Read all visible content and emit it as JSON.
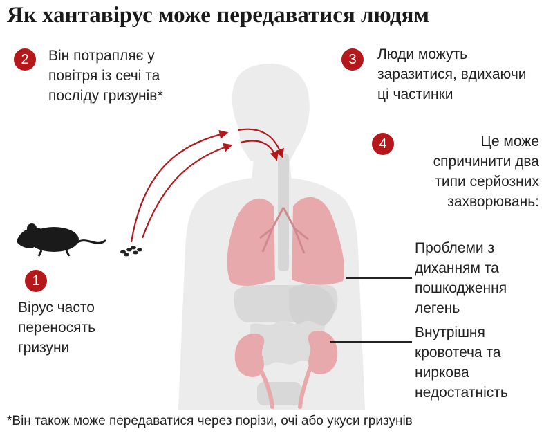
{
  "title": "Як хантавірус може передаватися людям",
  "steps": [
    {
      "number": "1",
      "lines": [
        "Вірус часто",
        "переносять",
        "гризуни"
      ]
    },
    {
      "number": "2",
      "lines": [
        "Він потрапляє у",
        "повітря із сечі та",
        "посліду гризунів*"
      ]
    },
    {
      "number": "3",
      "lines": [
        "Люди можуть",
        "заразитися, вдихаючи",
        "ці частинки"
      ]
    },
    {
      "number": "4",
      "lines": [
        "Це може",
        "спричинити два",
        "типи серйозних",
        "захворювань:"
      ]
    }
  ],
  "diseases": [
    {
      "lines": [
        "Проблеми з",
        "диханням та",
        "пошкодження",
        "легень"
      ]
    },
    {
      "lines": [
        "Внутрішня",
        "кровотеча та",
        "ниркова",
        "недостатність"
      ]
    }
  ],
  "footnote": "*Він також може передаватися через порізи, очі або укуси гризунів",
  "icons": [
    "rodent-icon",
    "droppings-icon",
    "arrow-icon"
  ],
  "colors": {
    "accent": "#b5181b",
    "organ": "#e8a9ad",
    "body": "#ececec",
    "inner": "#dcdcdc",
    "text": "#222222",
    "rodent": "#1a1a1a"
  }
}
